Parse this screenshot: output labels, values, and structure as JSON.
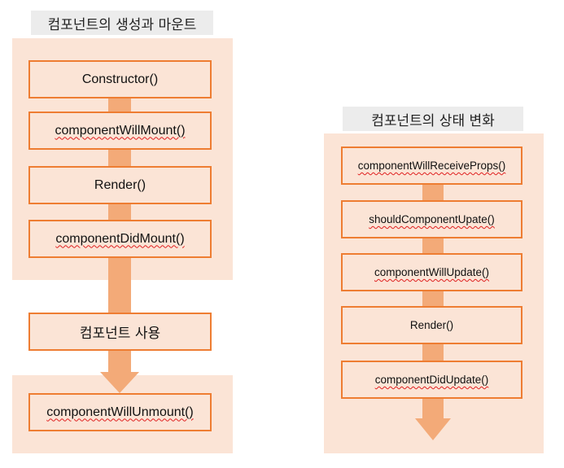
{
  "left": {
    "title": "컴포넌트의 생성과 마운트",
    "steps": [
      "Constructor()",
      "componentWillMount()",
      "Render()",
      "componentDidMount()"
    ],
    "usage": "컴포넌트 사용",
    "unmount": "componentWillUnmount()"
  },
  "right": {
    "title": "컴포넌트의 상태 변화",
    "steps": [
      "componentWillReceiveProps()",
      "shouldComponentUpate()",
      "componentWillUpdate()",
      "Render()",
      "componentDidUpdate()"
    ]
  },
  "colors": {
    "panel_fill": "#fbe4d6",
    "box_border": "#ee7d32",
    "arrow_fill": "#f3aa78",
    "title_bg": "#ececec",
    "spellcheck_underline": "#e02020"
  }
}
